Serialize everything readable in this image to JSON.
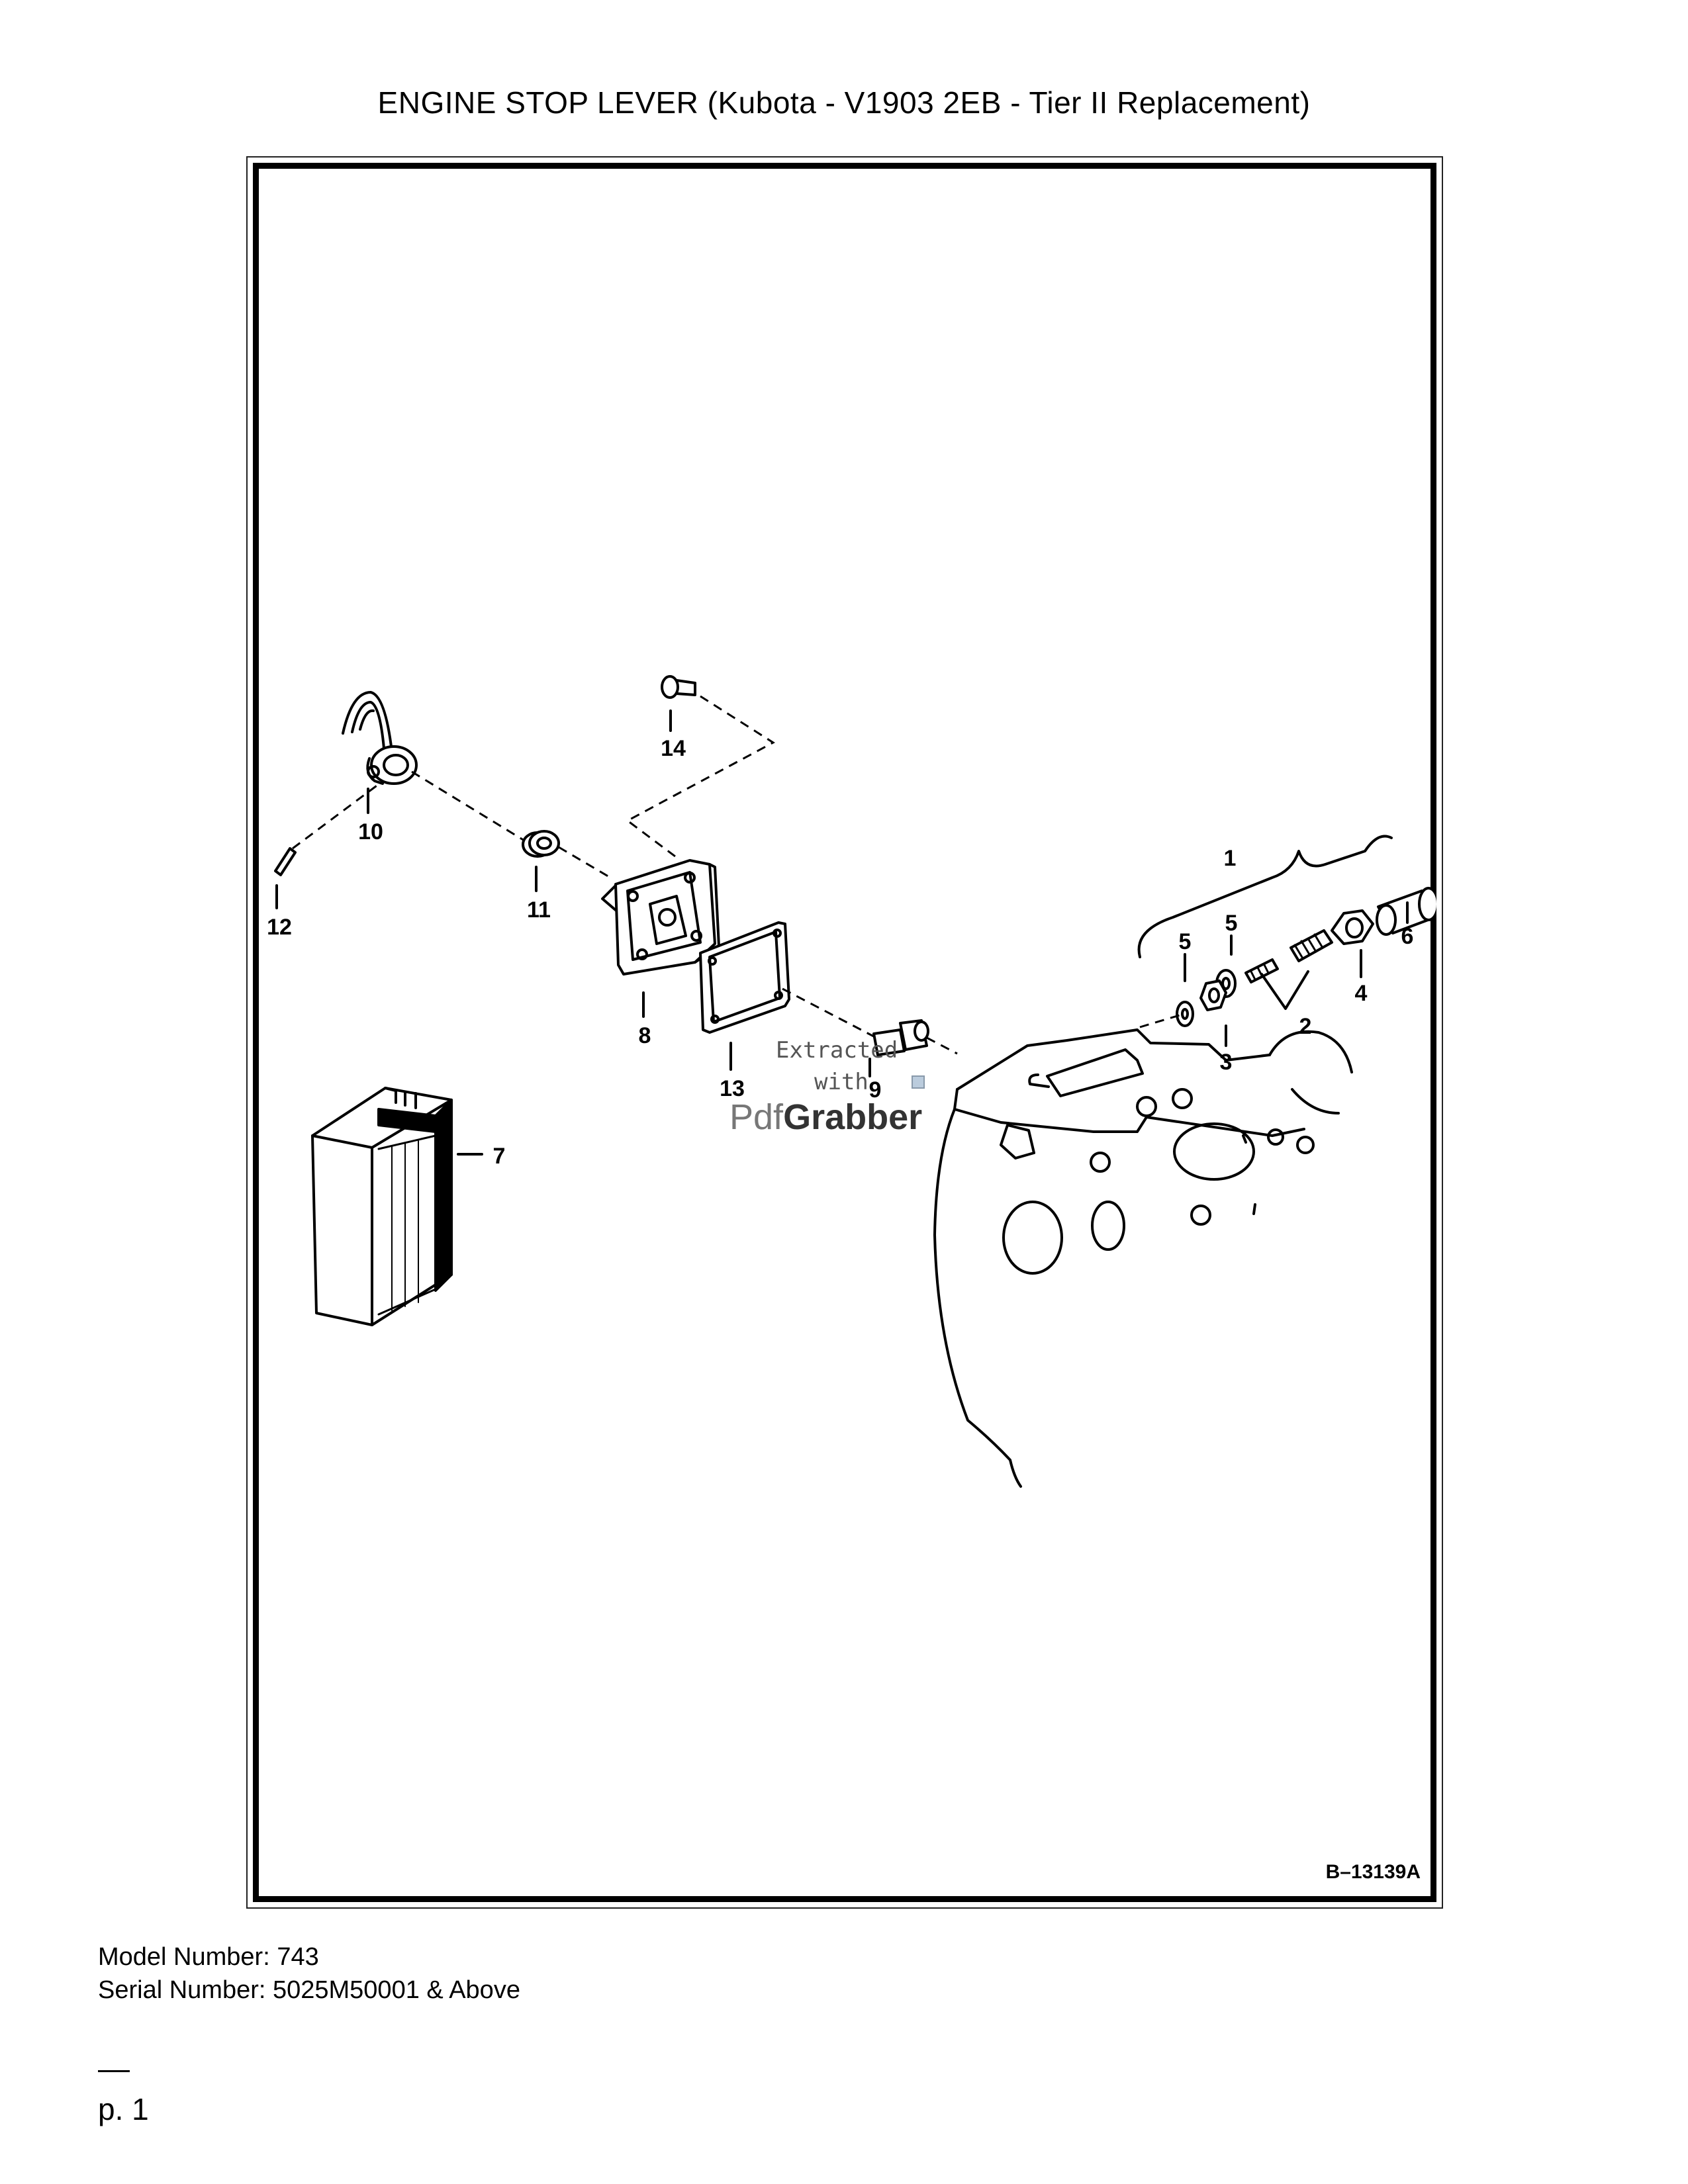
{
  "document": {
    "title": "ENGINE STOP LEVER (Kubota - V1903 2EB - Tier II Replacement)"
  },
  "diagram": {
    "drawing_number": "B–13139A",
    "callouts": {
      "c1": "1",
      "c2": "2",
      "c3": "3",
      "c4": "4",
      "c5a": "5",
      "c5b": "5",
      "c6": "6",
      "c7": "7",
      "c8": "8",
      "c9": "9",
      "c10": "10",
      "c11": "11",
      "c12": "12",
      "c13": "13",
      "c14": "14"
    },
    "watermark": {
      "line1": "Extracted",
      "line2": "with",
      "brand_a": "Pdf",
      "brand_b": "Grabber"
    }
  },
  "footer": {
    "model": "Model Number: 743",
    "serial": "Serial Number: 5025M50001 & Above",
    "page": "p. 1"
  }
}
